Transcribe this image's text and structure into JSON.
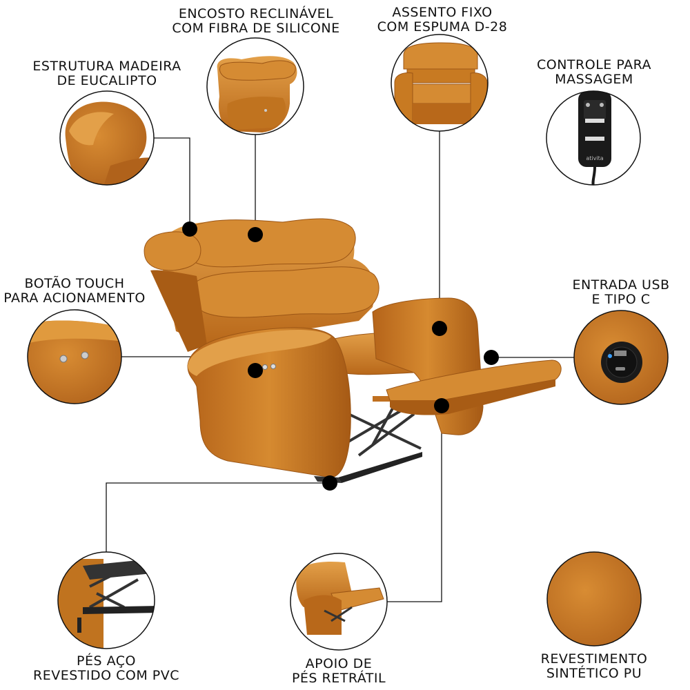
{
  "features": [
    {
      "id": "estrutura",
      "line1": "ESTRUTURA MADEIRA",
      "line2": "DE EUCALIPTO"
    },
    {
      "id": "encosto",
      "line1": "ENCOSTO RECLINÁVEL",
      "line2": "COM FIBRA DE SILICONE"
    },
    {
      "id": "assento",
      "line1": "ASSENTO FIXO",
      "line2": "COM ESPUMA D-28"
    },
    {
      "id": "controle",
      "line1": "CONTROLE PARA",
      "line2": "MASSAGEM"
    },
    {
      "id": "botao",
      "line1": "BOTÃO TOUCH",
      "line2": "PARA ACIONAMENTO"
    },
    {
      "id": "usb",
      "line1": "ENTRADA USB",
      "line2": "E TIPO C"
    },
    {
      "id": "pes",
      "line1": "PÉS AÇO",
      "line2": "REVESTIDO COM PVC"
    },
    {
      "id": "apoio",
      "line1": "APOIO DE",
      "line2": "PÉS RETRÁTIL"
    },
    {
      "id": "revestimento",
      "line1": "REVESTIMENTO",
      "line2": "SINTÉTICO PU"
    }
  ],
  "remote_brand": "ativita",
  "colors": {
    "leather": "#c9781f",
    "leather_dark": "#8a4a10",
    "leather_light": "#e09a3e",
    "line": "#111111"
  }
}
